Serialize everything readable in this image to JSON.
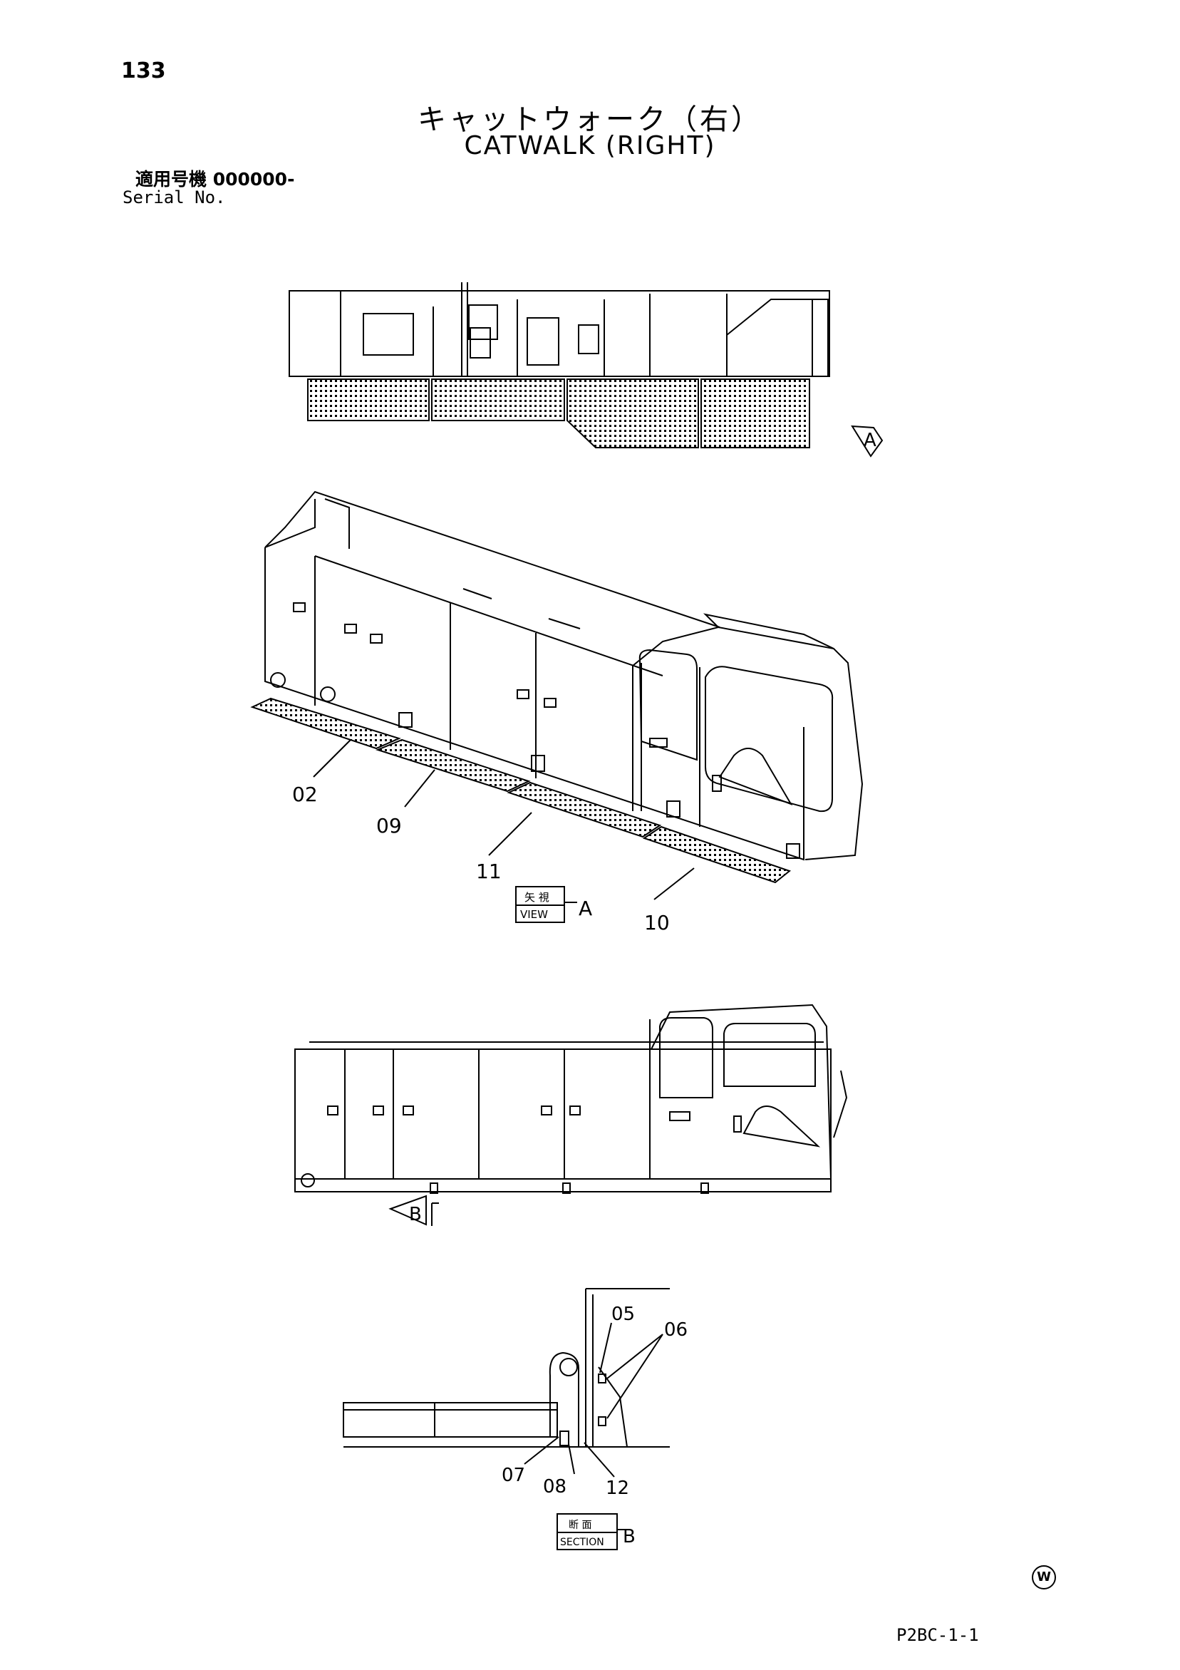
{
  "header": {
    "page_number": "133",
    "title_jp": "キャットウォーク（右）",
    "title_en": "CATWALK (RIGHT)",
    "serial_label_jp": "適用号機 000000-",
    "serial_label_en": "Serial No."
  },
  "callouts": {
    "p02": "02",
    "p09": "09",
    "p11": "11",
    "p10": "10",
    "p05": "05",
    "p06": "06",
    "p07": "07",
    "p08": "08",
    "p12": "12"
  },
  "views": {
    "arrow_a": "A",
    "arrow_b": "B",
    "view_box_jp": "矢 視",
    "view_box_en": "VIEW",
    "view_box_letter": "A",
    "section_box_jp": "断 面",
    "section_box_en": "SECTION",
    "section_box_letter": "B"
  },
  "footer": {
    "code": "P2BC-1-1",
    "mark": "W"
  },
  "colors": {
    "ink": "#000000",
    "paper": "#ffffff"
  }
}
